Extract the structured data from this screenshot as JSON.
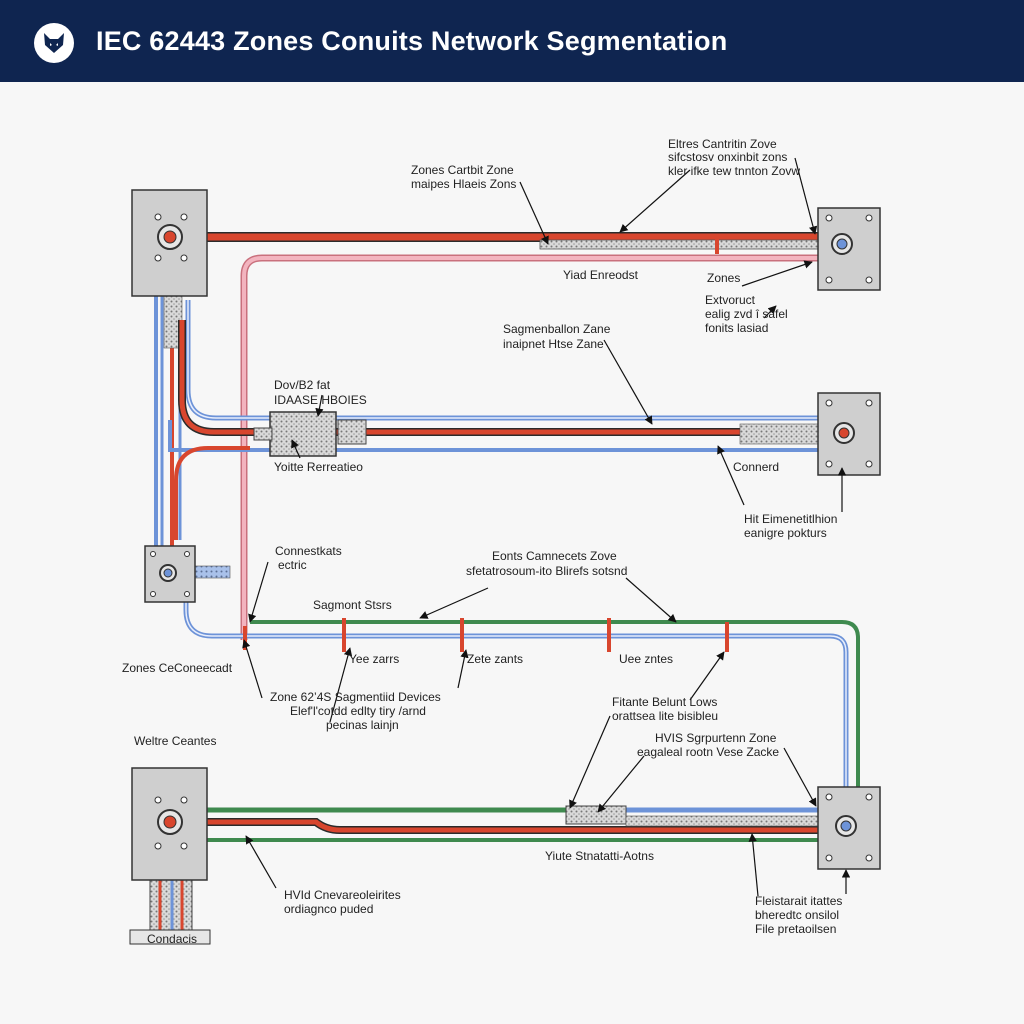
{
  "header": {
    "title": "IEC 62443 Zones Conuits Network Segmentation",
    "logo_icon": "wolf-logo-icon"
  },
  "colors": {
    "header_bg": "#0f2550",
    "conduit_red": "#d8462e",
    "conduit_blue": "#6d93d8",
    "conduit_pink": "#ef9aa8",
    "conduit_green": "#3f8a4f",
    "device_gray": "#cfcfcf"
  },
  "labels": {
    "l1a": "Zones Cartbit Zone",
    "l1b": "maipes Hlaeis Zons",
    "l2a": "Eltres Cantritin Zove",
    "l2b": "sifcstosv onxinbit zons",
    "l2c": "kler ifke tew tnnton Zovw",
    "l3": "Yiad Enreodst",
    "l4": "Zones",
    "l5a": "Extvoruct",
    "l5b": "ealig zvd î safel",
    "l5c": "fonits lasiad",
    "l6a": "Sagmenballon Zane",
    "l6b": "inaipnet Htse Zane",
    "l7a": "Dov/B2 fat",
    "l7b": "IDAASE HBOIES",
    "l8": "Yoitte Rerreatieo",
    "l9": "Connerd",
    "l10a": "Hit Eimenetitlhion",
    "l10b": "eanigre pokturs",
    "l11a": "Connestkats",
    "l11b": "ectric",
    "l12a": "Eonts Camnecets Zove",
    "l12b": "sfetatrosoum-ito Blirefs sotsnd",
    "l13": "Sagmont Stsrs",
    "l14": "Yee zarrs",
    "l15": "Zete zants",
    "l16": "Uee zntes",
    "l17": "Zones CeConeecadt",
    "l18a": "Zone 62’4S Sagmentiid Devices",
    "l18b": "Elef'l'cotdd edlty tiry /arnd",
    "l18c": "pecinas lainjn",
    "l19a": "Fitante Belunt Lows",
    "l19b": "orattsea lite bisibleu",
    "l20a": "HVIS Sgrpurtenn Zone",
    "l20b": "eagaleal rootn Vese Zacke",
    "l21": "Weltre Ceantes",
    "l22": "Yiute Stnatatti-Aotns",
    "l23a": "HVId Cnevareoleirites",
    "l23b": "ordiagnco puded",
    "l24a": "Fleistarait itattes",
    "l24b": "bheredtc onsilol",
    "l24c": "File pretaoilsen",
    "l25": "Condacis"
  }
}
